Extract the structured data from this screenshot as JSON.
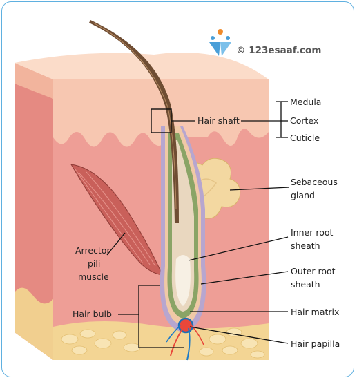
{
  "watermark": {
    "text": "© 123esaaf.com"
  },
  "labels": {
    "hair_shaft": "Hair shaft",
    "medula": "Medula",
    "cortex": "Cortex",
    "cuticle": "Cuticle",
    "sebaceous_1": "Sebaceous",
    "sebaceous_2": "gland",
    "inner_root_1": "Inner root",
    "inner_root_2": "sheath",
    "outer_root_1": "Outer root",
    "outer_root_2": "sheath",
    "hair_matrix": "Hair matrix",
    "hair_papilla": "Hair papilla",
    "arrector_1": "Arrector",
    "arrector_2": "pili",
    "arrector_3": "muscle",
    "hair_bulb": "Hair bulb"
  },
  "colors": {
    "frame": "#5fb0e0",
    "epidermis": "#f6c4ad",
    "dermis": "#ec9a92",
    "dermis_side": "#e8877f",
    "fat": "#f5d99a",
    "outer_sheath": "#b7a6cf",
    "inner_sheath": "#8aa466",
    "hair": "#6f4d33",
    "gland": "#f3d8a1",
    "muscle": "#c9605a"
  }
}
